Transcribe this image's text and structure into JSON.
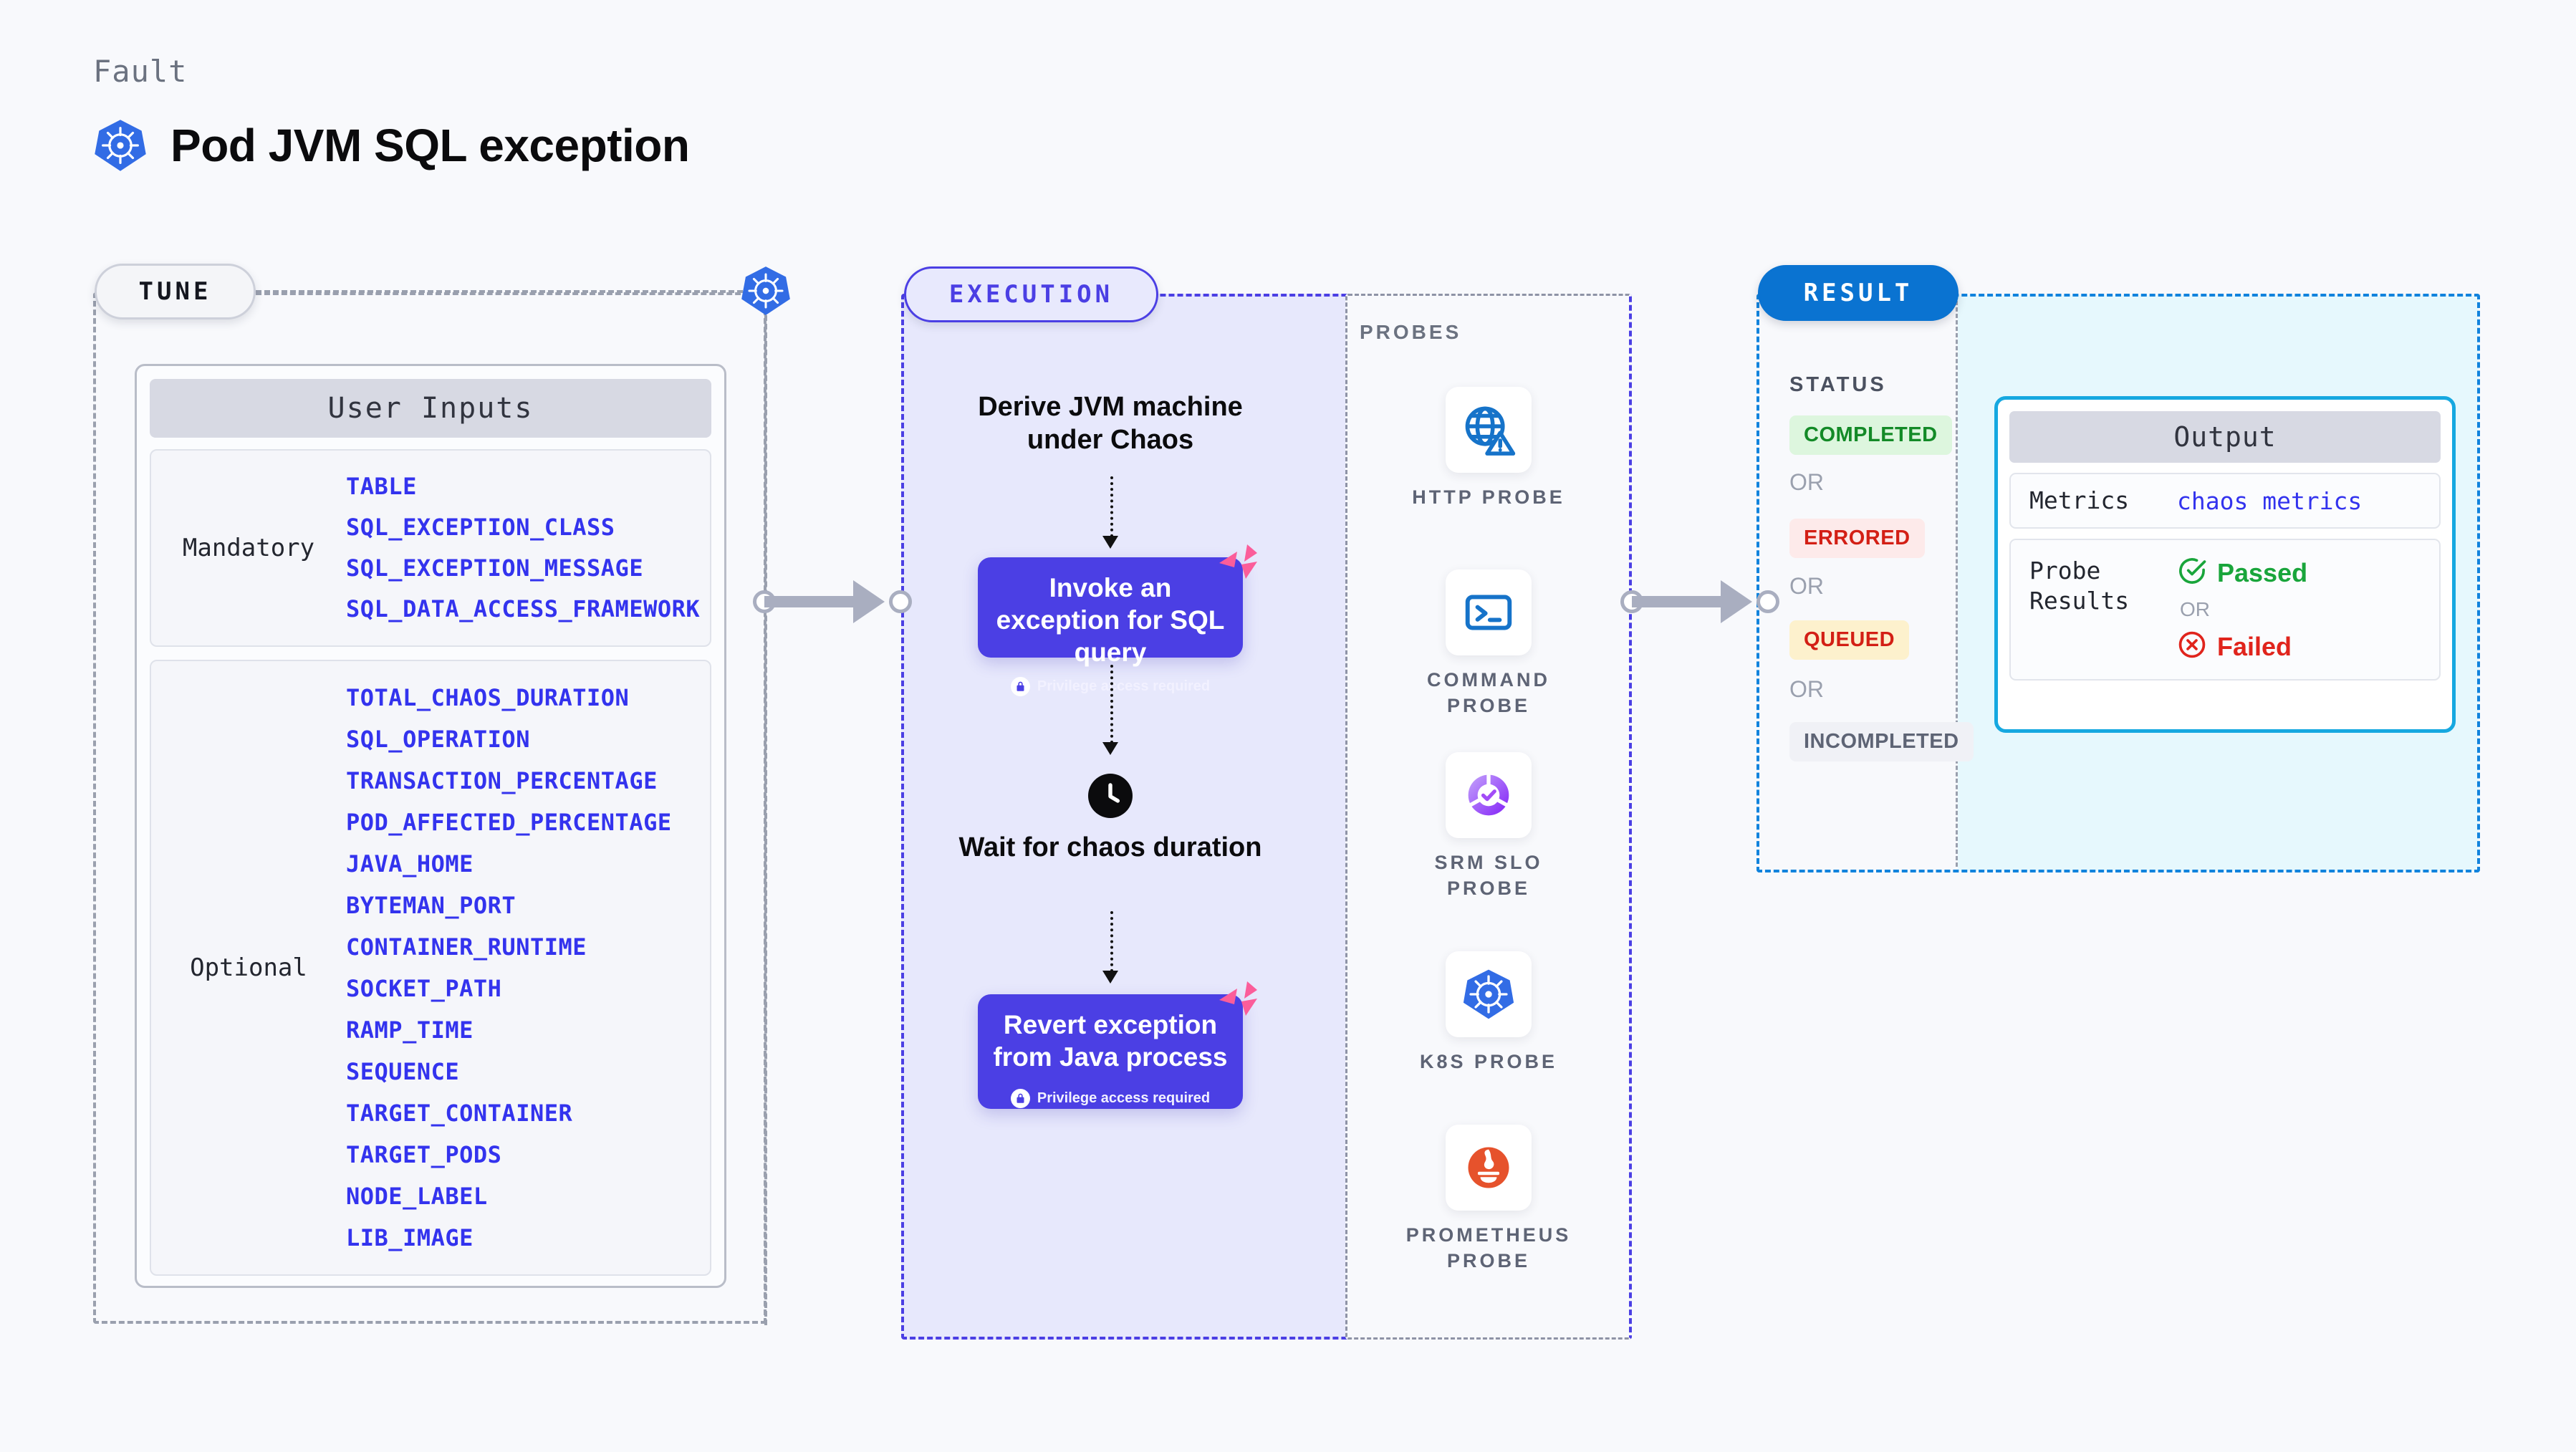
{
  "header": {
    "kicker": "Fault",
    "title": "Pod JVM SQL exception",
    "icon": "kubernetes-icon"
  },
  "stages": {
    "tune": "TUNE",
    "execution": "EXECUTION",
    "result": "RESULT"
  },
  "tune": {
    "card_title": "User Inputs",
    "groups": [
      {
        "label": "Mandatory",
        "items": [
          "TABLE",
          "SQL_EXCEPTION_CLASS",
          "SQL_EXCEPTION_MESSAGE",
          "SQL_DATA_ACCESS_FRAMEWORK"
        ]
      },
      {
        "label": "Optional",
        "items": [
          "TOTAL_CHAOS_DURATION",
          "SQL_OPERATION",
          "TRANSACTION_PERCENTAGE",
          "POD_AFFECTED_PERCENTAGE",
          "JAVA_HOME",
          "BYTEMAN_PORT",
          "CONTAINER_RUNTIME",
          "SOCKET_PATH",
          "RAMP_TIME",
          "SEQUENCE",
          "TARGET_CONTAINER",
          "TARGET_PODS",
          "NODE_LABEL",
          "LIB_IMAGE"
        ]
      }
    ]
  },
  "execution": {
    "step1": "Derive JVM machine under Chaos",
    "step2_title": "Invoke an exception for SQL query",
    "step2_note": "Privilege access required",
    "step3": "Wait for chaos duration",
    "step4_title": "Revert exception from Java process",
    "step4_note": "Privilege access required"
  },
  "probes": {
    "title": "PROBES",
    "items": [
      {
        "label": "HTTP  PROBE",
        "icon": "globe-warning-icon"
      },
      {
        "label": "COMMAND PROBE",
        "icon": "terminal-icon"
      },
      {
        "label": "SRM SLO PROBE",
        "icon": "slo-donut-check-icon"
      },
      {
        "label": "K8S  PROBE",
        "icon": "kubernetes-icon"
      },
      {
        "label": "PROMETHEUS PROBE",
        "icon": "prometheus-flame-icon"
      }
    ]
  },
  "result": {
    "status_title": "STATUS",
    "or_label": "OR",
    "statuses": [
      {
        "label": "COMPLETED",
        "bg": "#ddf6de",
        "fg": "#138a27"
      },
      {
        "label": "ERRORED",
        "bg": "#fdeaea",
        "fg": "#d31f15"
      },
      {
        "label": "QUEUED",
        "bg": "#fdf1cd",
        "fg": "#d31f15"
      },
      {
        "label": "INCOMPLETED",
        "bg": "#f0f1f6",
        "fg": "#5e6475"
      }
    ],
    "output": {
      "title": "Output",
      "metrics_key": "Metrics",
      "metrics_value": "chaos metrics",
      "probe_key": "Probe Results",
      "passed": "Passed",
      "or_label": "OR",
      "failed": "Failed"
    }
  },
  "colors": {
    "accent_purple": "#4b3fe4",
    "accent_blue": "#0a73d1",
    "k8s_blue": "#326ce5",
    "harness_pink": "#fb5d9a",
    "cyan": "#16a8e0"
  }
}
